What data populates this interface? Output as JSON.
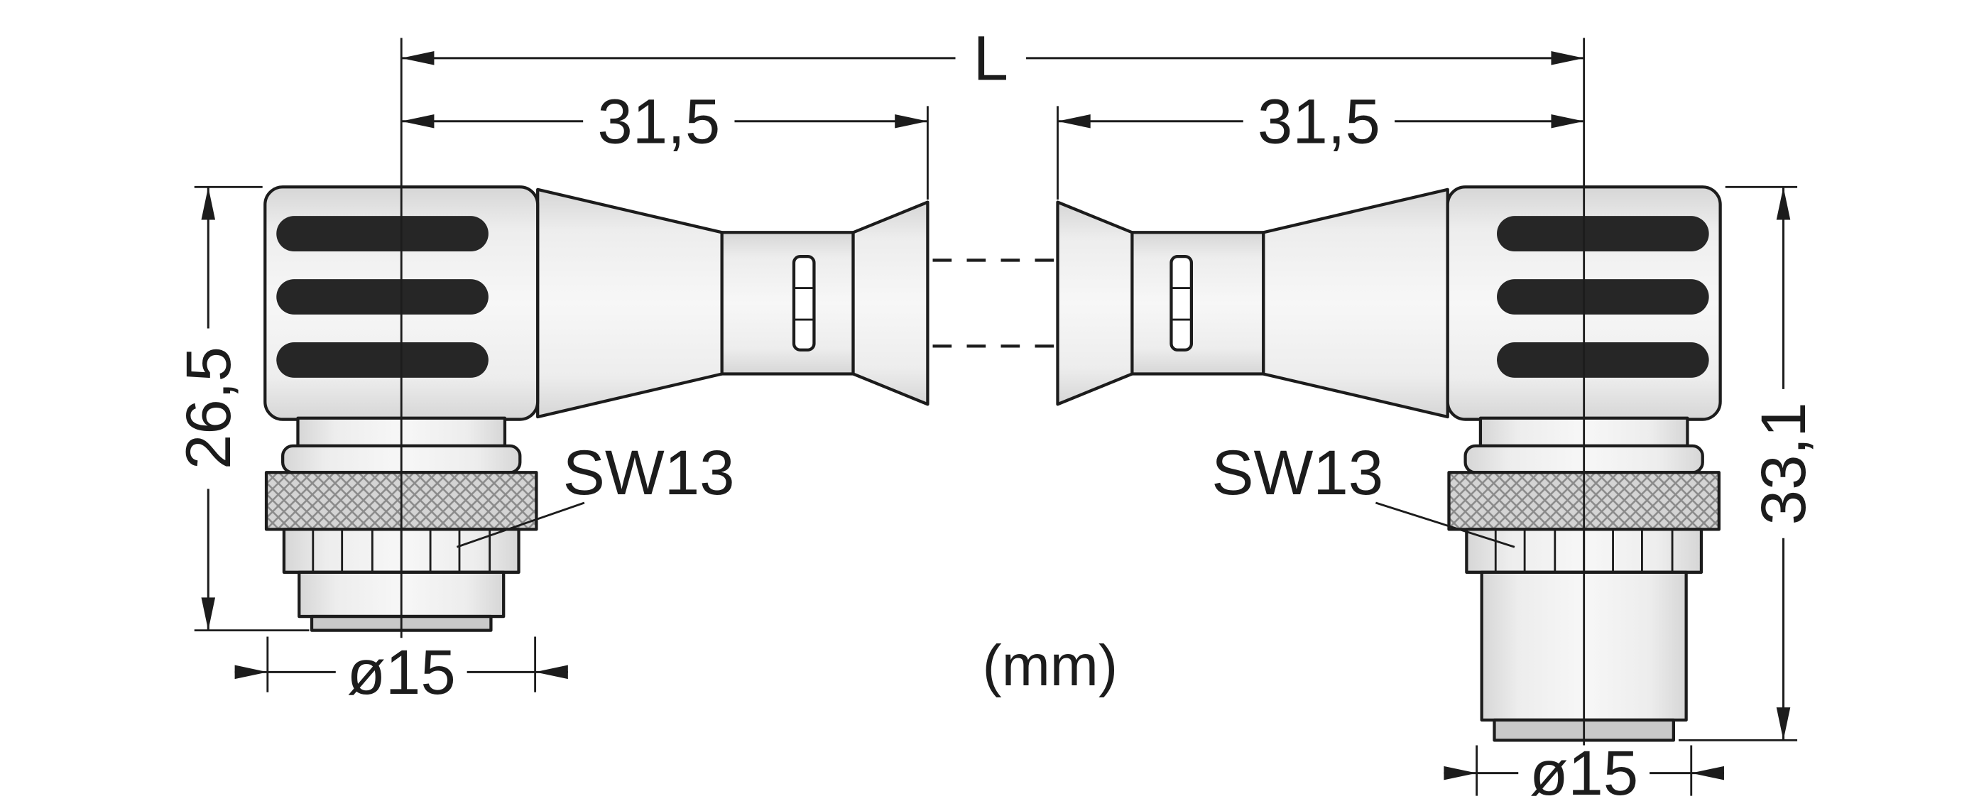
{
  "drawing": {
    "type": "technical-dimension-drawing",
    "unit_label": "(mm)",
    "overall_length_label": "L",
    "left_connector": {
      "description": "angled-connector-left",
      "length": "31,5",
      "height": "26,5",
      "diameter": "ø15",
      "wrench": "SW13"
    },
    "right_connector": {
      "description": "angled-connector-right",
      "length": "31,5",
      "height": "33,1",
      "diameter": "ø15",
      "wrench": "SW13"
    }
  },
  "colors": {
    "line": "#1c1c1c",
    "background": "#ffffff",
    "groove": "#262626",
    "metal_light": "#f7f7f7",
    "metal_dark": "#d6d6d6"
  }
}
